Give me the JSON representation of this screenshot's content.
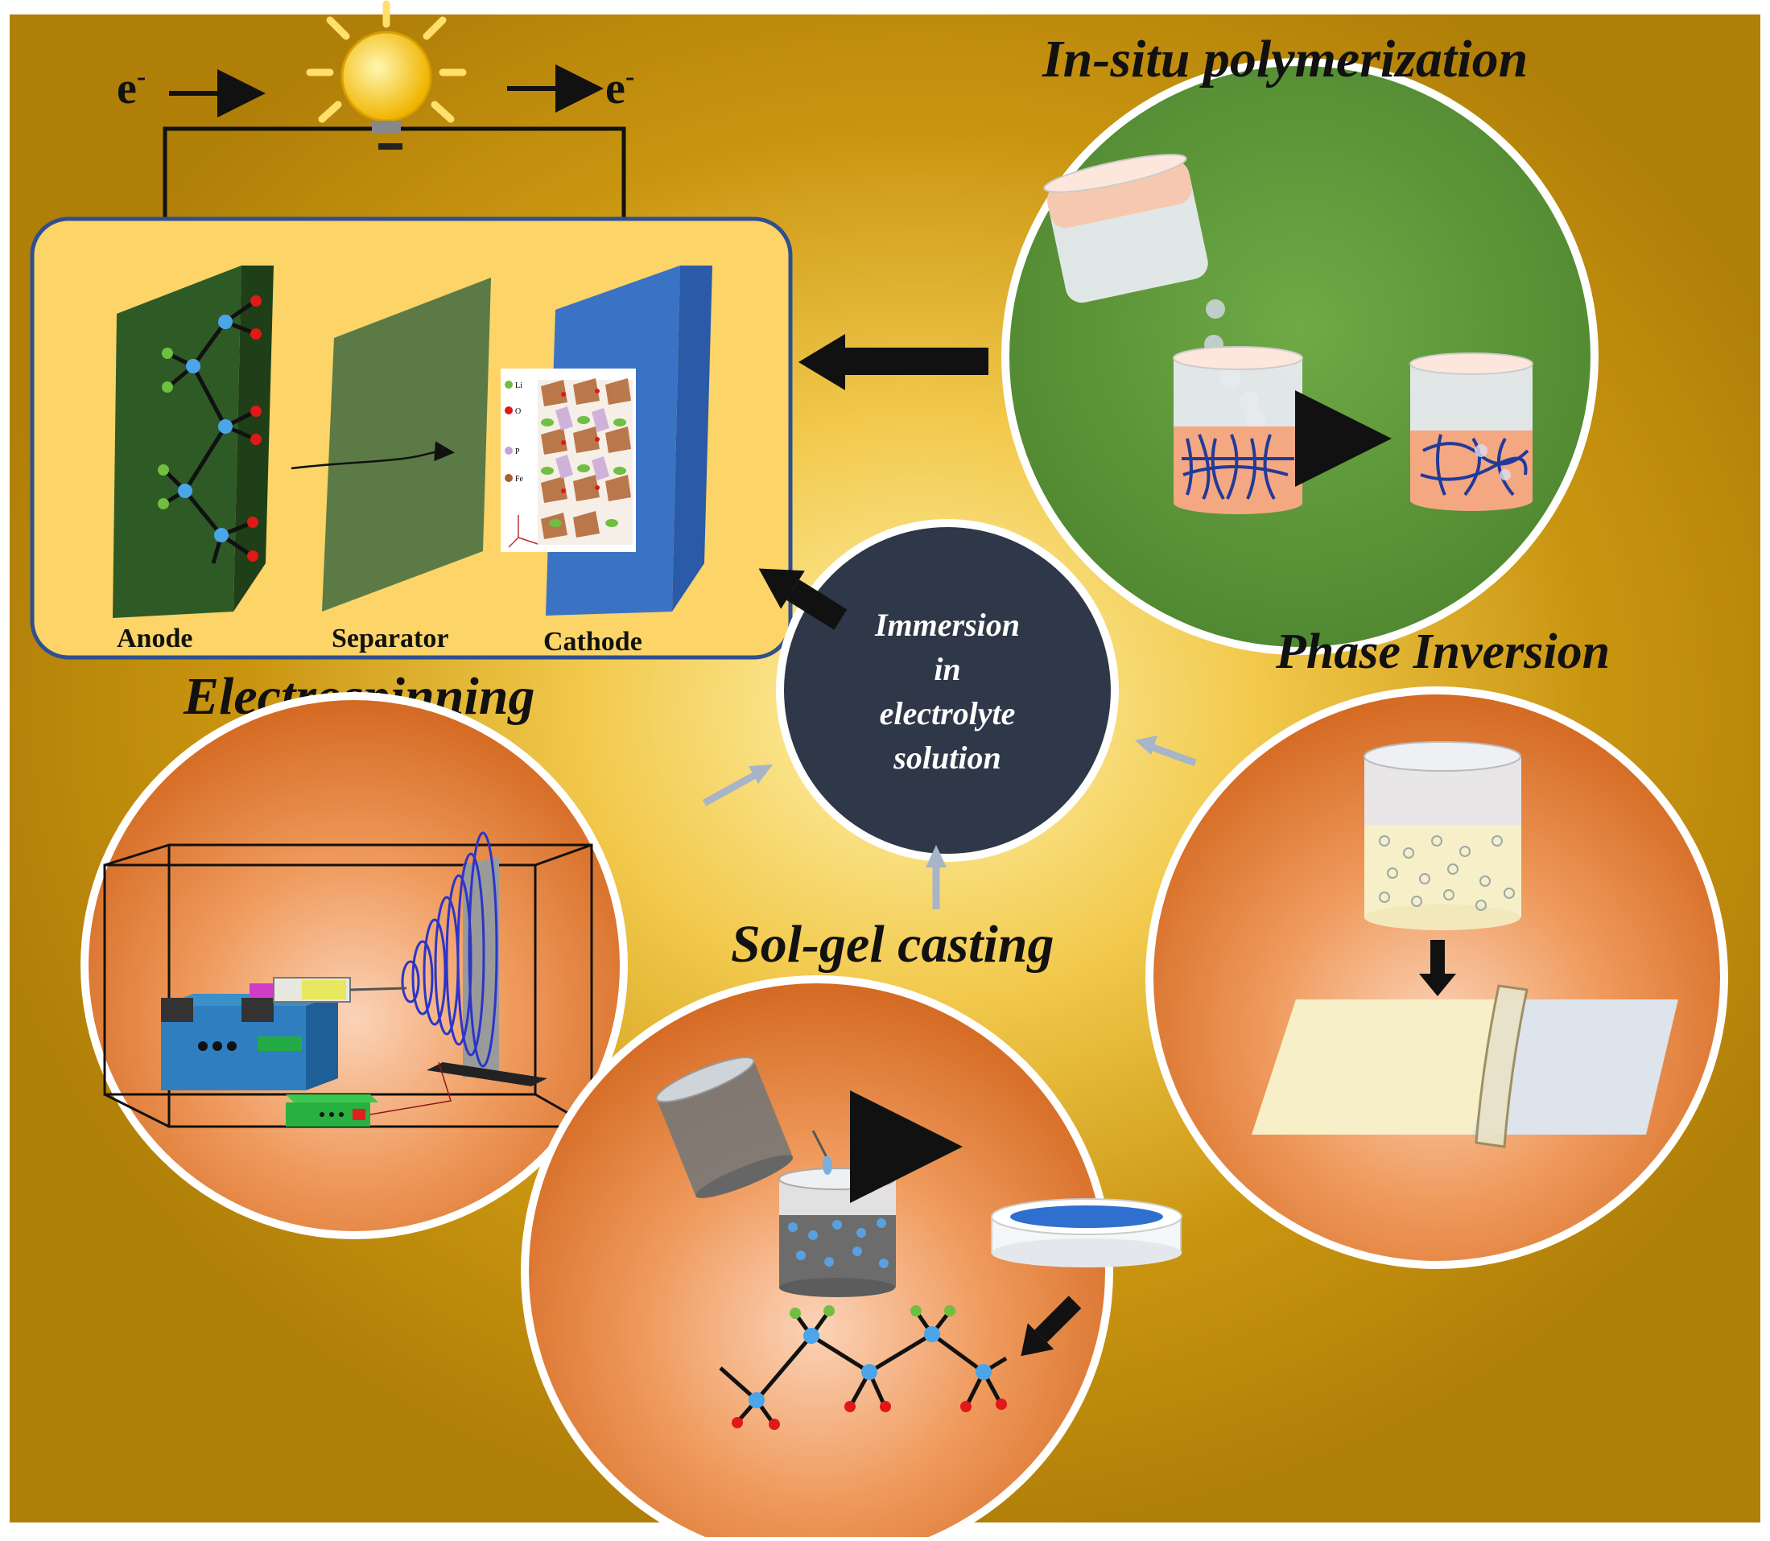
{
  "circuit": {
    "electron_left": "e",
    "electron_right": "e",
    "electron_charge": "-"
  },
  "cell": {
    "anode_label": "Anode",
    "separator_label": "Separator",
    "cathode_label": "Cathode",
    "crystal_legend": [
      "Li",
      "O",
      "P",
      "Fe"
    ]
  },
  "methods": {
    "insitu_title": "In-situ polymerization",
    "phase_title": "Phase Inversion",
    "electro_title": "Electrospinning",
    "solgel_title": "Sol-gel casting"
  },
  "center": {
    "lines": [
      "Immersion",
      "in",
      "electrolyte",
      "solution"
    ]
  },
  "colors": {
    "background": "#b8860b",
    "glow": "#ffe680",
    "cell_panel": "#fcd467",
    "cell_border": "#2f4f8f",
    "green_circle": "#5f9a3c",
    "orange_circle": "#e98a45",
    "center_circle": "#2f3848",
    "anode": "#2e5a26",
    "separator": "#5b7a45",
    "cathode": "#3a72c4"
  }
}
